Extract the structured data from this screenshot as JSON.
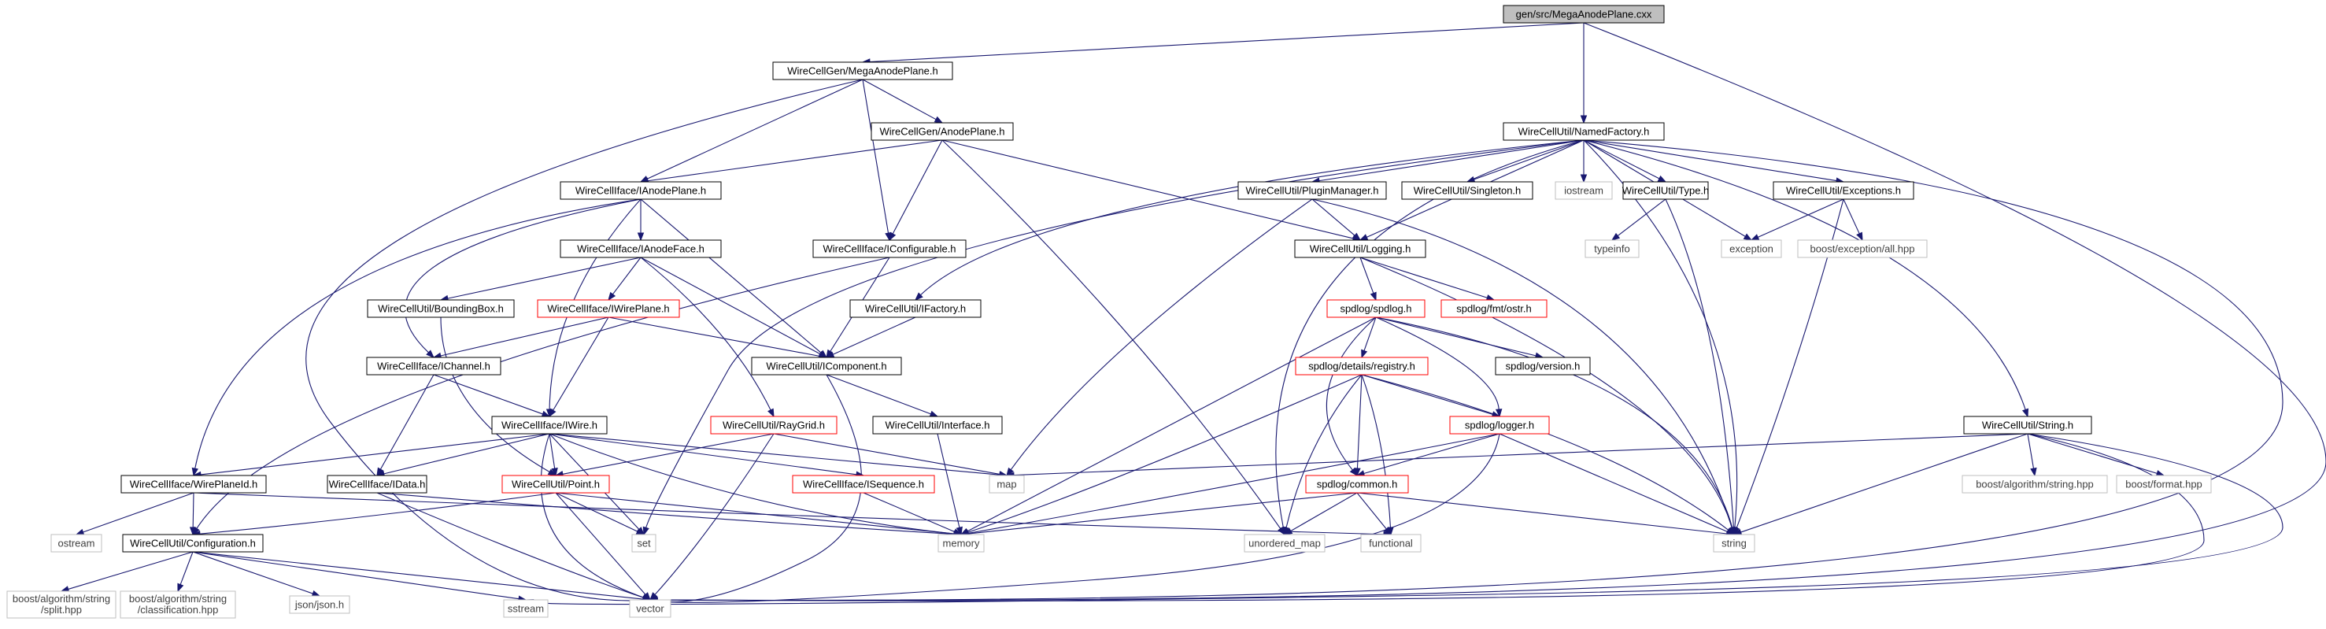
{
  "graph": {
    "root": "gen/src/MegaAnodePlane.cxx",
    "styles": {
      "root": {
        "fill": "#bfbfbf",
        "stroke": "#000000",
        "text": "#000000"
      },
      "doc": {
        "fill": "#ffffff",
        "stroke": "#000000",
        "text": "#000000"
      },
      "trunc": {
        "fill": "#ffffff",
        "stroke": "#ff0000",
        "text": "#000000"
      },
      "sys": {
        "fill": "#ffffff",
        "stroke": "#bfbfbf",
        "text": "#404040"
      }
    },
    "edge_color": "#191970",
    "nodes": [
      {
        "id": "root",
        "label": "gen/src/MegaAnodePlane.cxx",
        "kind": "root"
      },
      {
        "id": "mega",
        "label": "WireCellGen/MegaAnodePlane.h",
        "kind": "doc"
      },
      {
        "id": "nf",
        "label": "WireCellUtil/NamedFactory.h",
        "kind": "doc"
      },
      {
        "id": "anodeplane",
        "label": "WireCellGen/AnodePlane.h",
        "kind": "doc"
      },
      {
        "id": "ianodeplane",
        "label": "WireCellIface/IAnodePlane.h",
        "kind": "doc"
      },
      {
        "id": "pluginmgr",
        "label": "WireCellUtil/PluginManager.h",
        "kind": "doc"
      },
      {
        "id": "singleton",
        "label": "WireCellUtil/Singleton.h",
        "kind": "doc"
      },
      {
        "id": "iostream",
        "label": "iostream",
        "kind": "sys"
      },
      {
        "id": "type",
        "label": "WireCellUtil/Type.h",
        "kind": "doc"
      },
      {
        "id": "exceptions",
        "label": "WireCellUtil/Exceptions.h",
        "kind": "doc"
      },
      {
        "id": "ianodeface",
        "label": "WireCellIface/IAnodeFace.h",
        "kind": "doc"
      },
      {
        "id": "iconfigurable",
        "label": "WireCellIface/IConfigurable.h",
        "kind": "doc"
      },
      {
        "id": "logging",
        "label": "WireCellUtil/Logging.h",
        "kind": "doc"
      },
      {
        "id": "typeinfo",
        "label": "typeinfo",
        "kind": "sys"
      },
      {
        "id": "exception",
        "label": "exception",
        "kind": "sys"
      },
      {
        "id": "boostexc",
        "label": "boost/exception/all.hpp",
        "kind": "sys"
      },
      {
        "id": "bbox",
        "label": "WireCellUtil/BoundingBox.h",
        "kind": "doc"
      },
      {
        "id": "iwireplane",
        "label": "WireCellIface/IWirePlane.h",
        "kind": "trunc"
      },
      {
        "id": "ifactory",
        "label": "WireCellUtil/IFactory.h",
        "kind": "doc"
      },
      {
        "id": "spdlog",
        "label": "spdlog/spdlog.h",
        "kind": "trunc"
      },
      {
        "id": "fmtostr",
        "label": "spdlog/fmt/ostr.h",
        "kind": "trunc"
      },
      {
        "id": "ichannel",
        "label": "WireCellIface/IChannel.h",
        "kind": "doc"
      },
      {
        "id": "icomponent",
        "label": "WireCellUtil/IComponent.h",
        "kind": "doc"
      },
      {
        "id": "registry",
        "label": "spdlog/details/registry.h",
        "kind": "trunc"
      },
      {
        "id": "version",
        "label": "spdlog/version.h",
        "kind": "doc"
      },
      {
        "id": "iwire",
        "label": "WireCellIface/IWire.h",
        "kind": "doc"
      },
      {
        "id": "raygrid",
        "label": "WireCellUtil/RayGrid.h",
        "kind": "trunc"
      },
      {
        "id": "interface",
        "label": "WireCellUtil/Interface.h",
        "kind": "doc"
      },
      {
        "id": "logger",
        "label": "spdlog/logger.h",
        "kind": "trunc"
      },
      {
        "id": "string_h",
        "label": "WireCellUtil/String.h",
        "kind": "doc"
      },
      {
        "id": "wireplaneid",
        "label": "WireCellIface/WirePlaneId.h",
        "kind": "doc"
      },
      {
        "id": "idata",
        "label": "WireCellIface/IData.h",
        "kind": "doc"
      },
      {
        "id": "point",
        "label": "WireCellUtil/Point.h",
        "kind": "trunc"
      },
      {
        "id": "isequence",
        "label": "WireCellIface/ISequence.h",
        "kind": "trunc"
      },
      {
        "id": "map",
        "label": "map",
        "kind": "sys"
      },
      {
        "id": "common",
        "label": "spdlog/common.h",
        "kind": "trunc"
      },
      {
        "id": "boostalgstr",
        "label": "boost/algorithm/string.hpp",
        "kind": "sys"
      },
      {
        "id": "boostformat",
        "label": "boost/format.hpp",
        "kind": "sys"
      },
      {
        "id": "ostream",
        "label": "ostream",
        "kind": "sys"
      },
      {
        "id": "configuration",
        "label": "WireCellUtil/Configuration.h",
        "kind": "doc"
      },
      {
        "id": "set",
        "label": "set",
        "kind": "sys"
      },
      {
        "id": "memory",
        "label": "memory",
        "kind": "sys"
      },
      {
        "id": "unordered_map",
        "label": "unordered_map",
        "kind": "sys"
      },
      {
        "id": "functional",
        "label": "functional",
        "kind": "sys"
      },
      {
        "id": "string",
        "label": "string",
        "kind": "sys"
      },
      {
        "id": "split",
        "label": "boost/algorithm/string/split.hpp",
        "kind": "sys"
      },
      {
        "id": "classification",
        "label": "boost/algorithm/string/classification.hpp",
        "kind": "sys"
      },
      {
        "id": "json",
        "label": "json/json.h",
        "kind": "sys"
      },
      {
        "id": "sstream",
        "label": "sstream",
        "kind": "sys"
      },
      {
        "id": "vector",
        "label": "vector",
        "kind": "sys"
      }
    ]
  }
}
